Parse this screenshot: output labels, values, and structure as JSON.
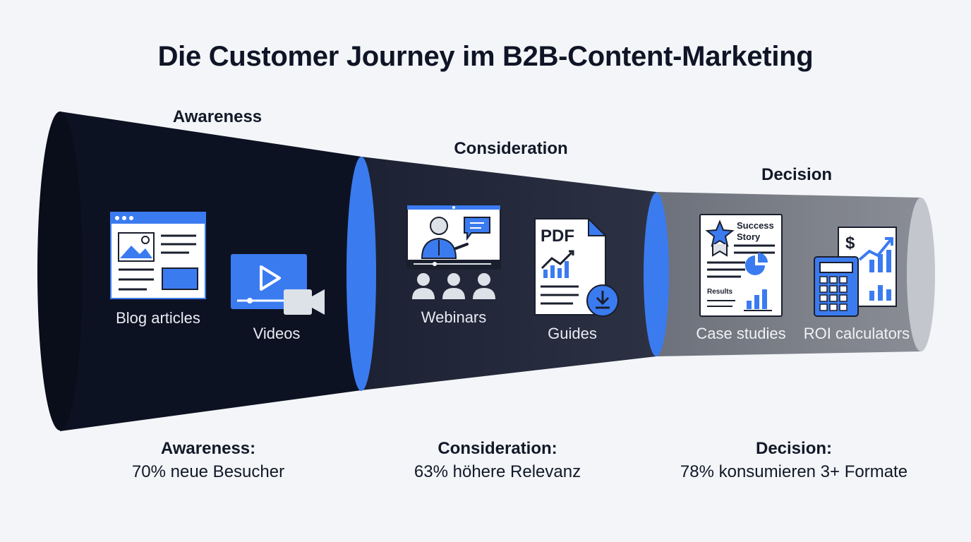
{
  "title": "Die Customer Journey im B2B-Content-Marketing",
  "stages": [
    {
      "name": "Awareness",
      "items": [
        {
          "label": "Blog articles",
          "icon": "blog-article-icon"
        },
        {
          "label": "Videos",
          "icon": "video-icon"
        }
      ],
      "stat_head": "Awareness:",
      "stat_text": "70% neue Besucher"
    },
    {
      "name": "Consideration",
      "items": [
        {
          "label": "Webinars",
          "icon": "webinar-icon"
        },
        {
          "label": "Guides",
          "icon": "pdf-guide-icon",
          "icon_text": "PDF"
        }
      ],
      "stat_head": "Consideration:",
      "stat_text": "63% höhere Relevanz"
    },
    {
      "name": "Decision",
      "items": [
        {
          "label": "Case studies",
          "icon": "success-story-icon",
          "icon_text": "Success Story",
          "icon_sub": "Results"
        },
        {
          "label": "ROI calculators",
          "icon": "roi-calculator-icon",
          "icon_text": "$"
        }
      ],
      "stat_head": "Decision:",
      "stat_text": "78% konsumieren 3+ Formate"
    }
  ],
  "colors": {
    "awareness": "#0d1222",
    "consideration": "#22283a",
    "decision": "#7d8089",
    "accent": "#3b7bf0",
    "text_dark": "#111827"
  }
}
